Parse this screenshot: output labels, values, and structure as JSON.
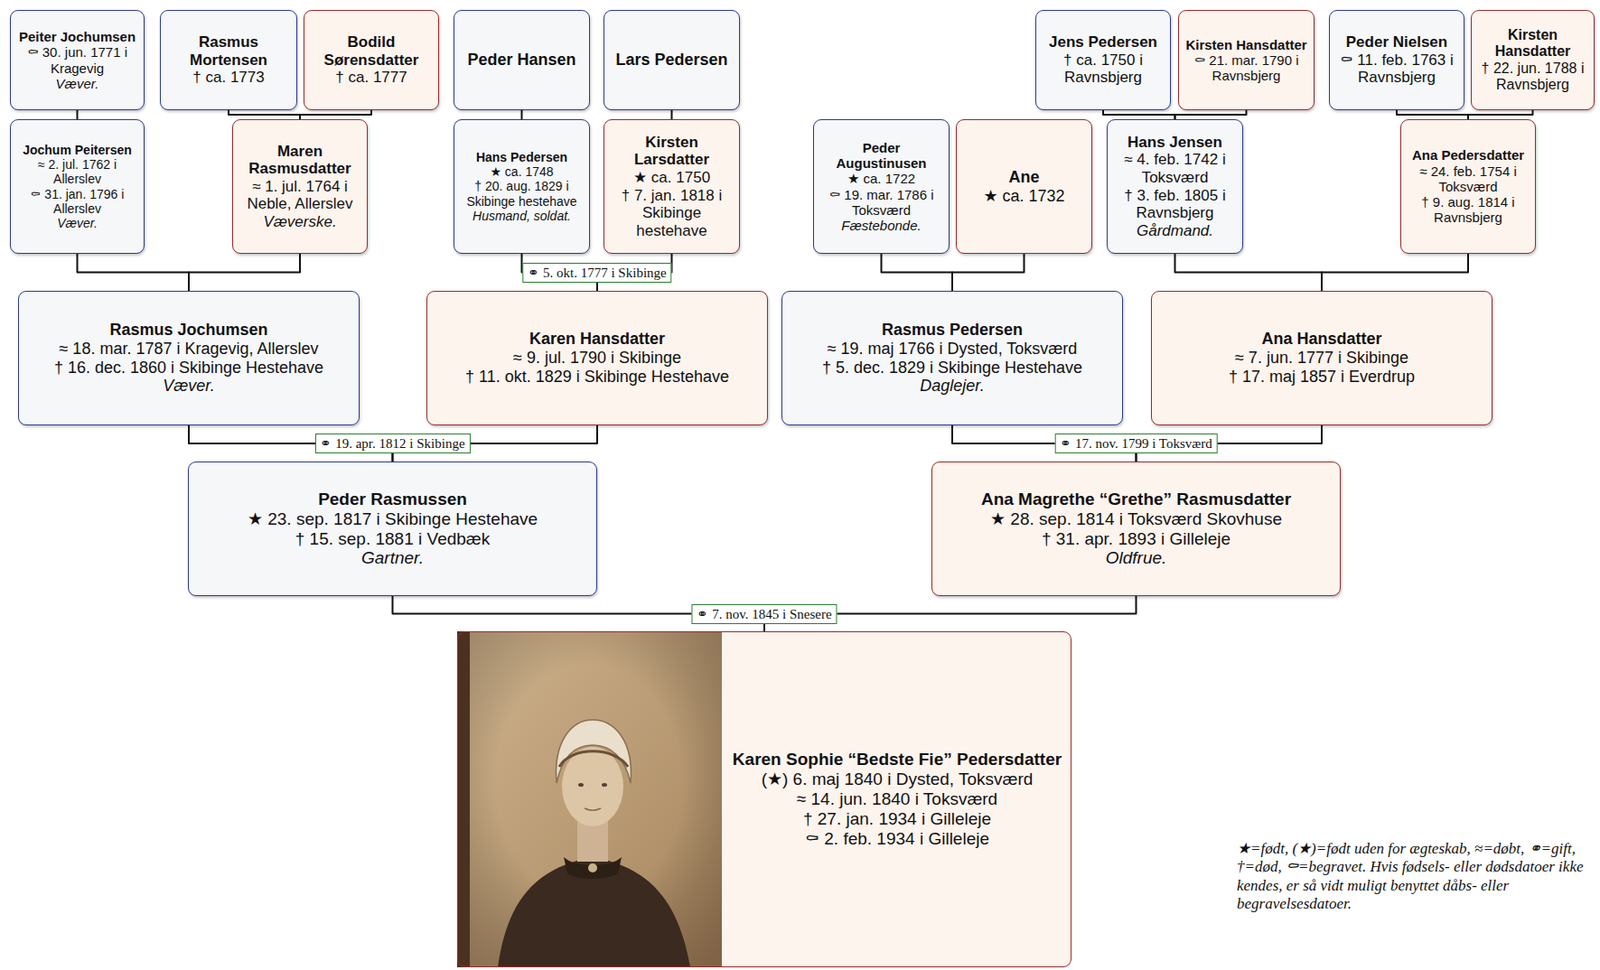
{
  "diagram": {
    "nodes": [
      {
        "text": [
          "Peiter Jochumsen",
          "⚰ 30. jun. 1771 i Kragevig",
          "Væver."
        ]
      },
      {
        "text": [
          "Rasmus Mortensen",
          "† ca. 1773"
        ]
      },
      {
        "text": [
          "Bodild Sørensdatter",
          "† ca. 1777"
        ]
      },
      {
        "text": [
          "Peder Hansen"
        ]
      },
      {
        "text": [
          "Lars Pedersen"
        ]
      },
      {
        "text": [
          "Jens Pedersen",
          "† ca. 1750 i Ravnsbjerg"
        ]
      },
      {
        "text": [
          "Kirsten Hansdatter",
          "⚰ 21. mar. 1790 i Ravnsbjerg"
        ]
      },
      {
        "text": [
          "Peder Nielsen",
          "⚰ 11. feb. 1763 i Ravnsbjerg"
        ]
      },
      {
        "text": [
          "Kirsten Hansdatter",
          "† 22. jun. 1788 i Ravnsbjerg"
        ]
      },
      {
        "text": [
          "Jochum Peitersen",
          "≈ 2. jul. 1762 i Allerslev",
          "⚰ 31. jan. 1796 i Allerslev",
          "Væver."
        ]
      },
      {
        "text": [
          "Maren Rasmusdatter",
          "≈ 1. jul. 1764 i Neble, Allerslev",
          "Væverske."
        ]
      },
      {
        "text": [
          "Hans Pedersen",
          "★ ca. 1748",
          "† 20. aug. 1829 i Skibinge hestehave",
          "Husmand, soldat."
        ]
      },
      {
        "text": [
          "Kirsten Larsdatter",
          "★ ca. 1750",
          "† 7. jan. 1818 i Skibinge hestehave"
        ]
      },
      {
        "text": [
          "Peder Augustinusen",
          "★ ca. 1722",
          "⚰ 19. mar. 1786 i Toksværd",
          "Fæstebonde."
        ]
      },
      {
        "text": [
          "Ane",
          "★ ca. 1732"
        ]
      },
      {
        "text": [
          "Hans Jensen",
          "≈ 4. feb. 1742 i Toksværd",
          "† 3. feb. 1805 i Ravnsbjerg",
          "Gårdmand."
        ]
      },
      {
        "text": [
          "Ana Pedersdatter",
          "≈ 24. feb. 1754 i Toksværd",
          "† 9. aug. 1814 i Ravnsbjerg"
        ]
      },
      {
        "text": [
          "Rasmus Jochumsen",
          "≈ 18. mar. 1787 i Kragevig, Allerslev",
          "† 16. dec. 1860 i Skibinge Hestehave",
          "Væver."
        ]
      },
      {
        "text": [
          "Karen Hansdatter",
          "≈ 9. jul. 1790 i Skibinge",
          "† 11. okt. 1829 i Skibinge Hestehave"
        ]
      },
      {
        "text": [
          "Rasmus Pedersen",
          "≈ 19. maj 1766 i Dysted, Toksværd",
          "† 5. dec. 1829 i Skibinge Hestehave",
          "Daglejer."
        ]
      },
      {
        "text": [
          "Ana Hansdatter",
          "≈ 7. jun. 1777 i Skibinge",
          "† 17. maj 1857 i Everdrup"
        ]
      },
      {
        "text": [
          "Peder Rasmussen",
          "★ 23. sep. 1817 i Skibinge Hestehave",
          "† 15. sep. 1881 i Vedbæk",
          "Gartner."
        ]
      },
      {
        "text": [
          "Ana Magrethe “Grethe” Rasmusdatter",
          "★ 28. sep. 1814 i Toksværd Skovhuse",
          "† 31. apr. 1893 i Gilleleje",
          "Oldfrue."
        ]
      },
      {
        "text": [
          "Karen Sophie “Bedste Fie” Pedersdatter",
          "(★) 6. maj 1840 i Dysted, Toksværd",
          "≈ 14. jun. 1840 i Toksværd",
          "† 27. jan. 1934 i Gilleleje",
          "⚰ 2. feb. 1934 i Gilleleje"
        ]
      }
    ],
    "edges": [
      {
        "from": 0,
        "to": 9,
        "arrow": "none"
      },
      {
        "from": 1,
        "to": 10,
        "arrow": "none"
      },
      {
        "from": 2,
        "to": 10,
        "arrow": "none"
      },
      {
        "from": 3,
        "to": 11,
        "arrow": "none"
      },
      {
        "from": 4,
        "to": 12,
        "arrow": "none"
      },
      {
        "from": 5,
        "to": 15,
        "arrow": "none"
      },
      {
        "from": 6,
        "to": 15,
        "arrow": "none"
      },
      {
        "from": 7,
        "to": 16,
        "arrow": "none"
      },
      {
        "from": 8,
        "to": 16,
        "arrow": "none"
      },
      {
        "from": 9,
        "to": 17,
        "arrow": "none"
      },
      {
        "from": 10,
        "to": 17,
        "arrow": "none"
      },
      {
        "from": 11,
        "to": 18,
        "arrow": "none",
        "label": "⚭ 5. okt. 1777 i Skibinge"
      },
      {
        "from": 12,
        "to": 18,
        "arrow": "none"
      },
      {
        "from": 13,
        "to": 19,
        "arrow": "none"
      },
      {
        "from": 14,
        "to": 19,
        "arrow": "none"
      },
      {
        "from": 15,
        "to": 20,
        "arrow": "none"
      },
      {
        "from": 16,
        "to": 20,
        "arrow": "none"
      },
      {
        "from": 17,
        "to": 21,
        "arrow": "none",
        "label": "⚭ 19. apr. 1812 i Skibinge"
      },
      {
        "from": 18,
        "to": 21,
        "arrow": "none"
      },
      {
        "from": 19,
        "to": 22,
        "arrow": "none",
        "label": "⚭ 17. nov. 1799 i Toksværd"
      },
      {
        "from": 20,
        "to": 22,
        "arrow": "none"
      },
      {
        "from": 21,
        "to": 23,
        "arrow": "none",
        "label": "⚭ 7. nov. 1845 i Snesere"
      },
      {
        "from": 22,
        "to": 23,
        "arrow": "none"
      }
    ],
    "labels": [
      "★=født, (★)=født uden for ægteskab, ≈=døbt, ⚭=gift, †=død, ⚰=begravet. Hvis fødsels- eller dødsdatoer ikke kendes, er så vidt muligt benyttet dåbs- eller begravelsesdatoer."
    ]
  }
}
